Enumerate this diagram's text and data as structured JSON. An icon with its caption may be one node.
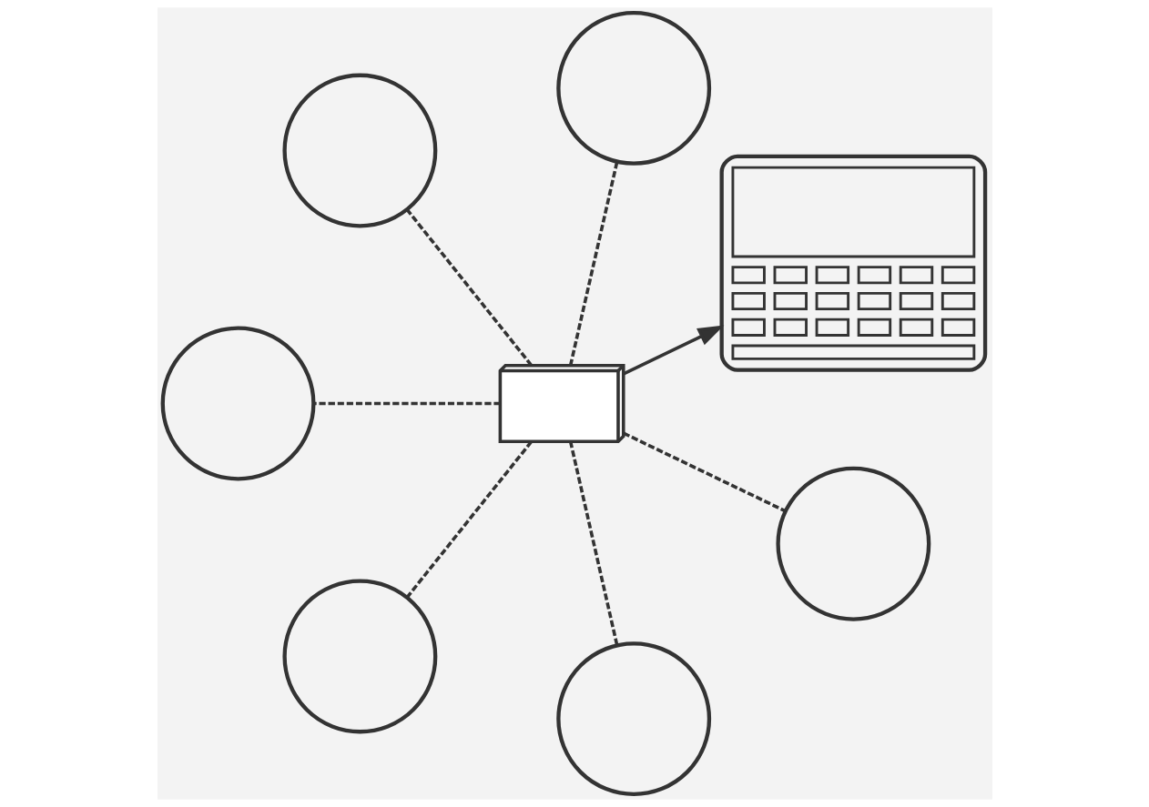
{
  "diagram": {
    "nodes": [
      {
        "text": [],
        "shape": "picture"
      },
      {
        "text": [],
        "shape": "circle"
      },
      {
        "text": [],
        "shape": "circle"
      },
      {
        "text": [],
        "shape": "picture"
      },
      {
        "text": [],
        "shape": "circle"
      },
      {
        "text": [],
        "shape": "circle"
      },
      {
        "text": [],
        "shape": "circle"
      },
      {
        "text": [],
        "shape": "circle"
      }
    ],
    "edges": [
      {
        "from": 3,
        "to": 0,
        "arrow": "to"
      },
      {
        "from": 3,
        "to": 1,
        "arrow": "none",
        "style": "dashed"
      },
      {
        "from": 3,
        "to": 2,
        "arrow": "none",
        "style": "dashed"
      },
      {
        "from": 3,
        "to": 4,
        "arrow": "none",
        "style": "dashed"
      },
      {
        "from": 3,
        "to": 7,
        "arrow": "none",
        "style": "dashed"
      },
      {
        "from": 3,
        "to": 6,
        "arrow": "none",
        "style": "dashed"
      },
      {
        "from": 3,
        "to": 5,
        "arrow": "none",
        "style": "dashed"
      }
    ]
  }
}
